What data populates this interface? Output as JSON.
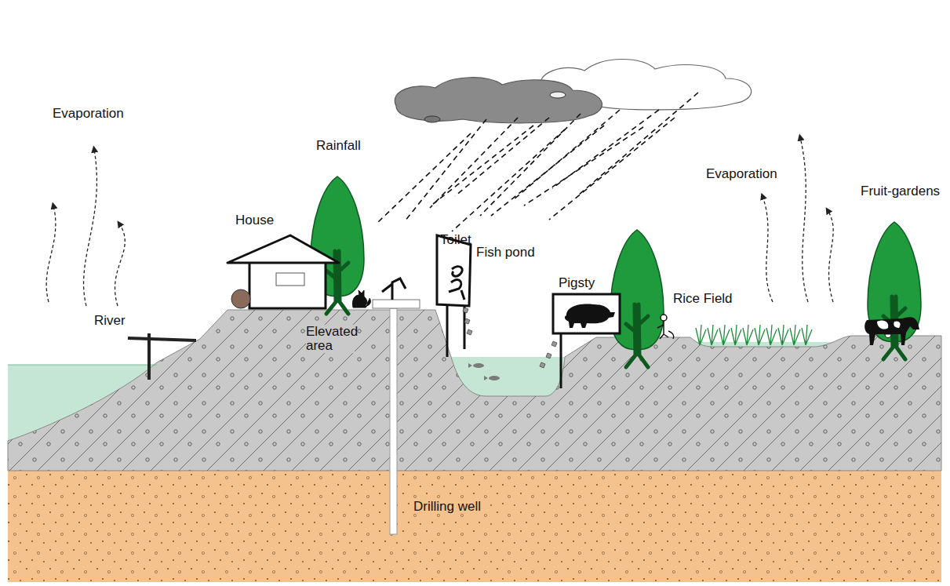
{
  "diagram": {
    "labels": [
      "Evaporation",
      "Rainfall",
      "House",
      "Toilet",
      "Fish pond",
      "Pigsty",
      "Evaporation",
      "Fruit-gardens",
      "River",
      "Elevated area",
      "Rice Field",
      "Drilling well"
    ]
  }
}
